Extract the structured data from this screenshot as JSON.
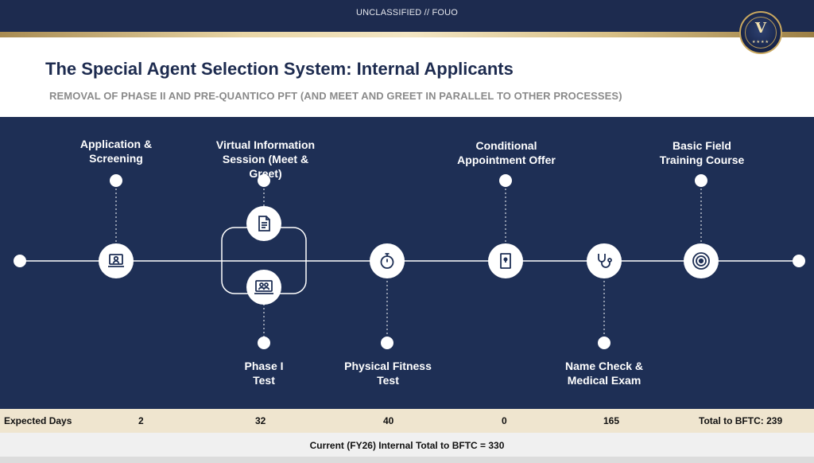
{
  "banner": {
    "classification": "UNCLASSIFIED // FOUO",
    "seal_icon": "agency-seal-icon"
  },
  "header": {
    "title": "The Special Agent Selection System: Internal Applicants",
    "subtitle": "REMOVAL OF PHASE II AND PRE-QUANTICO PFT (AND MEET AND GREET IN PARALLEL TO OTHER PROCESSES)"
  },
  "stages": {
    "application": {
      "label": "Application & Screening",
      "icon": "laptop-user-icon"
    },
    "virtual_session": {
      "label": "Virtual Information Session (Meet & Greet)",
      "icon": "document-icon"
    },
    "phase1": {
      "label": "Phase I Test",
      "icon": "group-test-icon"
    },
    "pft": {
      "label": "Physical Fitness Test",
      "icon": "stopwatch-icon"
    },
    "offer": {
      "label": "Conditional Appointment Offer",
      "icon": "door-icon"
    },
    "medical": {
      "label": "Name Check & Medical Exam",
      "icon": "stethoscope-icon"
    },
    "bftc": {
      "label": "Basic Field Training Course",
      "icon": "target-icon"
    }
  },
  "days": {
    "header": "Expected Days",
    "values": [
      "2",
      "32",
      "40",
      "0",
      "165"
    ],
    "total": "Total to BFTC: 239"
  },
  "footer": {
    "current_total": "Current (FY26) Internal Total to BFTC = 330"
  },
  "colors": {
    "navy": "#1e2f55",
    "gold": "#d7bf86",
    "days_bg": "#efe5cf"
  }
}
